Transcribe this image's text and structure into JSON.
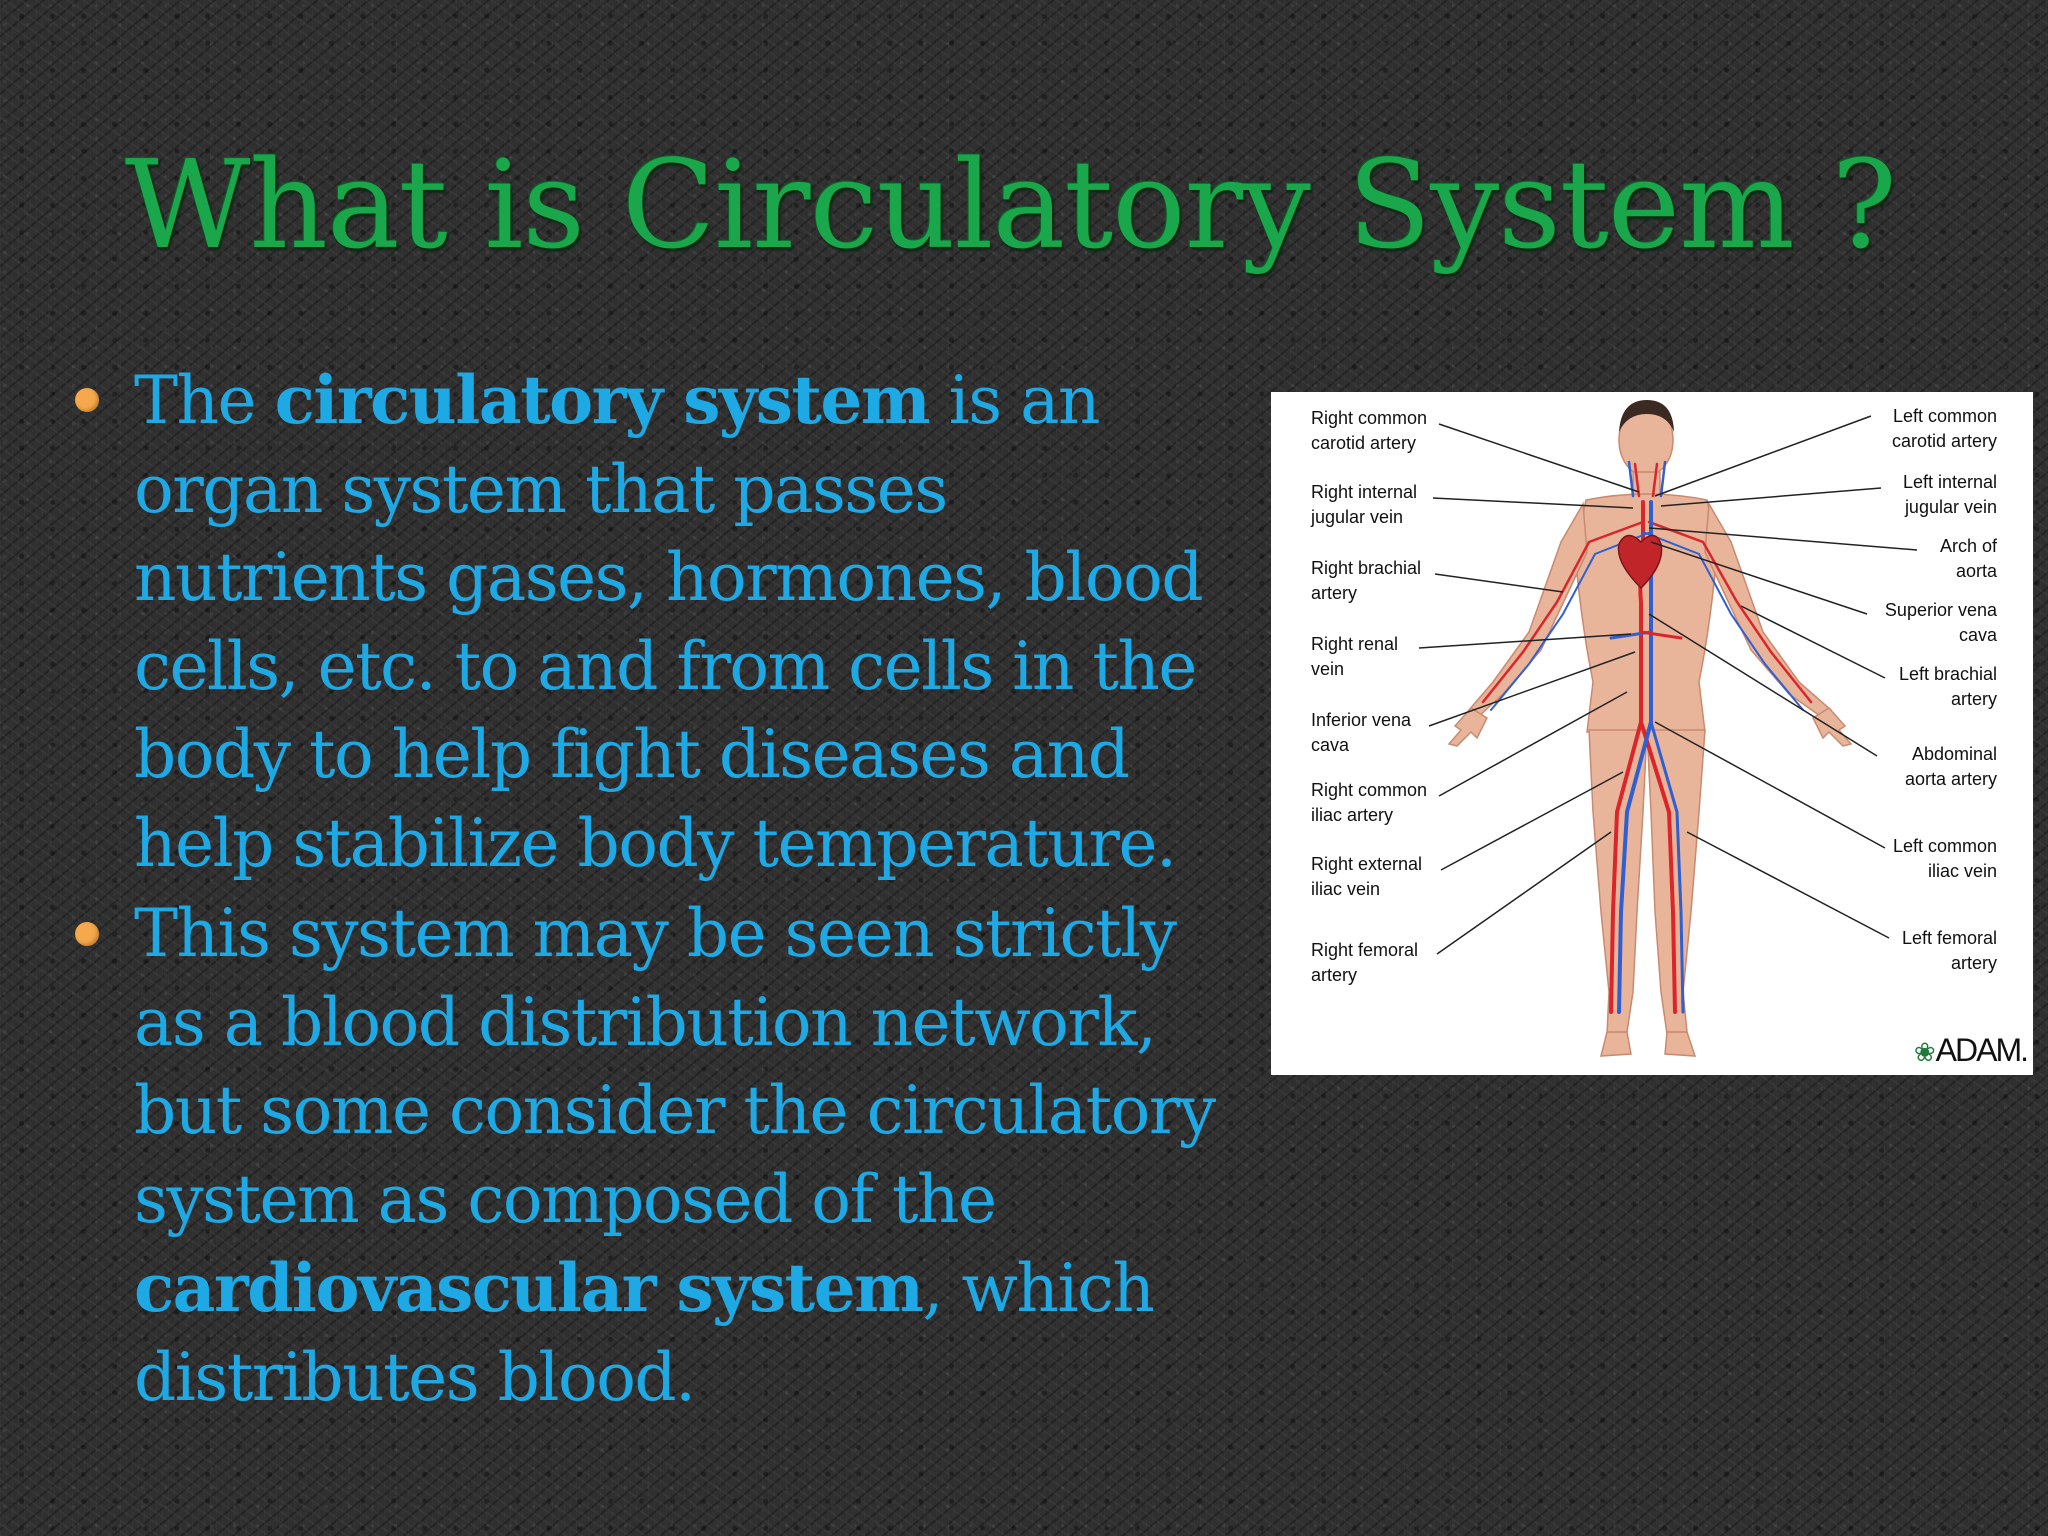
{
  "slide": {
    "title": "What is Circulatory System ?",
    "bullets": [
      {
        "parts": [
          {
            "text": "The ",
            "bold": false
          },
          {
            "text": "circulatory system",
            "bold": true
          },
          {
            "text": " is an organ system that passes nutrients gases, hormones, blood cells, etc. to and from cells in the body to help fight diseases and help stabilize body temperature.",
            "bold": false
          }
        ]
      },
      {
        "parts": [
          {
            "text": "This system may be seen strictly as a blood distribution network, but some consider the circulatory system as composed of the ",
            "bold": false
          },
          {
            "text": "cardiovascular system",
            "bold": true
          },
          {
            "text": ", which distributes blood.",
            "bold": false
          }
        ]
      }
    ]
  },
  "figure": {
    "left_labels": [
      "Right common\ncarotid artery",
      "Right internal\njugular vein",
      "Right brachial\nartery",
      "Right renal\nvein",
      "Inferior vena\ncava",
      "Right common\niliac artery",
      "Right external\niliac vein",
      "Right femoral\nartery"
    ],
    "right_labels": [
      "Left common\ncarotid artery",
      "Left internal\njugular vein",
      "Arch of\naorta",
      "Superior vena\ncava",
      "Left brachial\nartery",
      "Abdominal\naorta artery",
      "Left common\niliac vein",
      "Left femoral\nartery"
    ],
    "logo_text": "ADAM.",
    "colors": {
      "artery": "#d9262b",
      "vein": "#2f5fd0",
      "skin": "#e8b49a"
    }
  }
}
